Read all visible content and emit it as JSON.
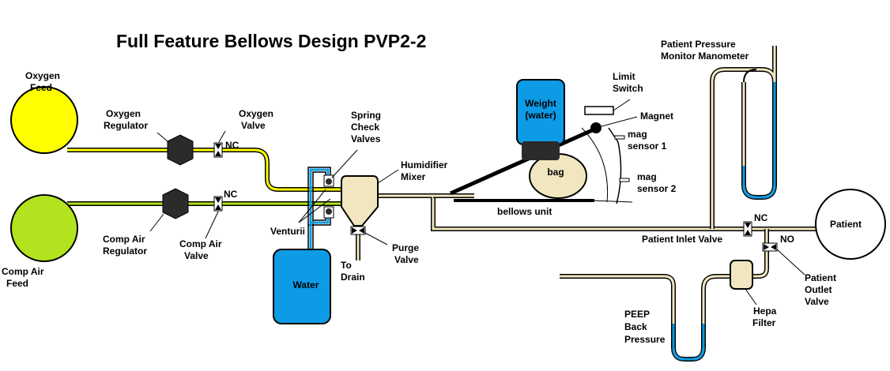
{
  "title": "Full Feature Bellows Design  PVP2-2",
  "labels": {
    "oxygen_feed": [
      "Oxygen",
      "Feed"
    ],
    "comp_air_feed": [
      "Comp Air",
      "Feed"
    ],
    "oxygen_regulator": [
      "Oxygen",
      "Regulator"
    ],
    "oxygen_valve": [
      "Oxygen",
      "Valve"
    ],
    "oxygen_valve_state": "NC",
    "comp_air_valve_state": "NC",
    "comp_air_regulator": [
      "Comp Air",
      "Regulator"
    ],
    "comp_air_valve": [
      "Comp Air",
      "Valve"
    ],
    "spring_check_valves": [
      "Spring",
      "Check",
      "Valves"
    ],
    "venturii": "Venturii",
    "humidifier_mixer": [
      "Humidifier",
      "Mixer"
    ],
    "water": "Water",
    "to_drain": [
      "To",
      "Drain"
    ],
    "purge_valve": [
      "Purge",
      "Valve"
    ],
    "weight": [
      "Weight",
      "(water)"
    ],
    "limit_switch": [
      "Limit",
      "Switch"
    ],
    "magnet": "Magnet",
    "mag_sensor_1": [
      "mag",
      "sensor 1"
    ],
    "mag_sensor_2": [
      "mag",
      "sensor 2"
    ],
    "bag": "bag",
    "bellows_unit": "bellows unit",
    "patient_pressure_manometer": [
      "Patient Pressure",
      "Monitor Manometer"
    ],
    "patient_inlet_valve": "Patient Inlet Valve",
    "patient_inlet_valve_state": "NC",
    "patient_outlet_valve_state": "NO",
    "patient": "Patient",
    "patient_outlet_valve": [
      "Patient",
      "Outlet",
      "Valve"
    ],
    "hepa_filter": [
      "Hepa",
      "Filter"
    ],
    "peep_back_pressure": [
      "PEEP",
      "Back",
      "Pressure"
    ]
  },
  "colors": {
    "oxygen": "#ffff00",
    "comp_air": "#b2e31e",
    "mixed_gas": "#f1e6bf",
    "water": "#0d9be6",
    "dark": "#2b2b2b",
    "line": "#000000"
  }
}
